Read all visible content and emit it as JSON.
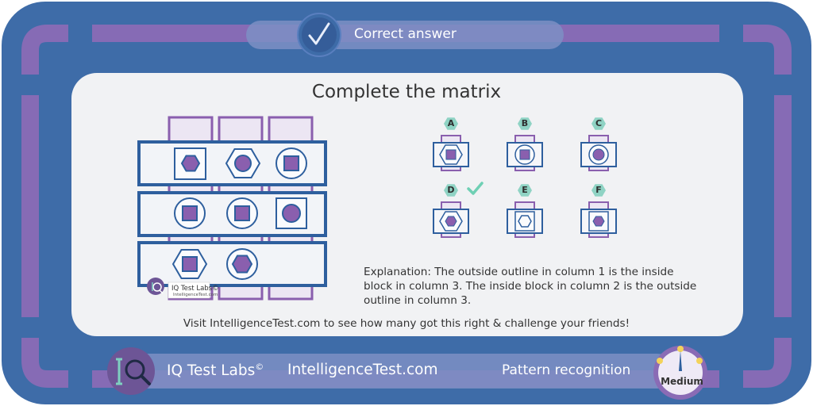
{
  "banner": {
    "result_text": "Correct answer"
  },
  "puzzle": {
    "title": "Complete the matrix",
    "grid": [
      [
        "hexagon-in-square",
        "circle-in-hexagon",
        "square-in-circle"
      ],
      [
        "square-in-circle",
        "square-in-circle",
        "circle-in-square"
      ],
      [
        "square-in-hexagon",
        "hexagon-in-circle",
        "missing"
      ]
    ],
    "watermark": {
      "name": "IQ Test Labs©",
      "site": "IntelligenceTest.com"
    }
  },
  "options": [
    {
      "label": "A",
      "shape": "square-in-hexagon",
      "correct": false
    },
    {
      "label": "B",
      "shape": "square-in-circle",
      "correct": false
    },
    {
      "label": "C",
      "shape": "circle-in-circle",
      "correct": false
    },
    {
      "label": "D",
      "shape": "hexagon-in-hexagon",
      "correct": true
    },
    {
      "label": "E",
      "shape": "hexagon-outline-in-square",
      "correct": false
    },
    {
      "label": "F",
      "shape": "hexagon-in-square",
      "correct": false
    }
  ],
  "explanation": "Explanation: The outside outline in column 1 is the inside block in column 3. The inside block in column 2 is the outside outline in column 3.",
  "visit_text": "Visit IntelligenceTest.com to see how many got this right & challenge your friends!",
  "footer": {
    "brand_name": "IQ Test Labs",
    "brand_mark": "©",
    "brand_site": "IntelligenceTest.com",
    "category": "Pattern recognition",
    "difficulty": "Medium",
    "difficulty_level": 0.5
  },
  "colors": {
    "frame_blue": "#3e6ca8",
    "frame_purple": "#8a6bb5",
    "shape_purple": "#8a5fae",
    "shape_outline": "#2e5f9e",
    "panel_bg": "#f1f2f4",
    "correct_green": "#6fd0b4"
  }
}
